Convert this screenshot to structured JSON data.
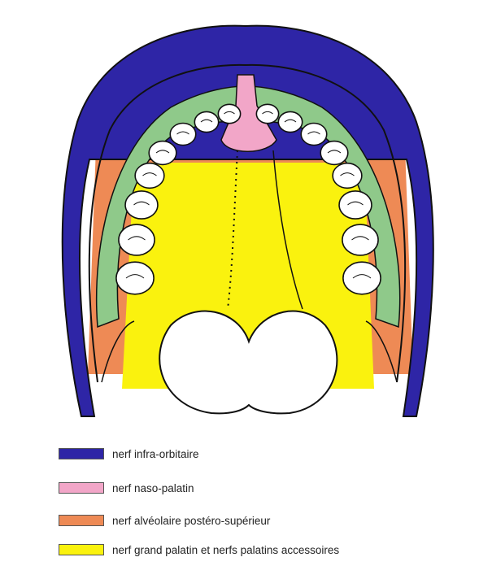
{
  "colors": {
    "infra_orbital": "#2E25A6",
    "naso_palatine": "#F2A6C8",
    "posterior_superior_alveolar": "#EE8A55",
    "greater_palatine": "#FAF20E",
    "gingiva": "#8FC98A",
    "outline": "#111111"
  },
  "legend": [
    {
      "label": "nerf infra-orbitaire",
      "color": "#2E25A6"
    },
    {
      "label": "nerf naso-palatin",
      "color": "#F2A6C8"
    },
    {
      "label": "nerf alvéolaire postéro-supérieur",
      "color": "#EE8A55"
    },
    {
      "label": "nerf grand palatin et nerfs palatins accessoires",
      "color": "#FAF20E"
    }
  ],
  "teeth_per_side": 8
}
